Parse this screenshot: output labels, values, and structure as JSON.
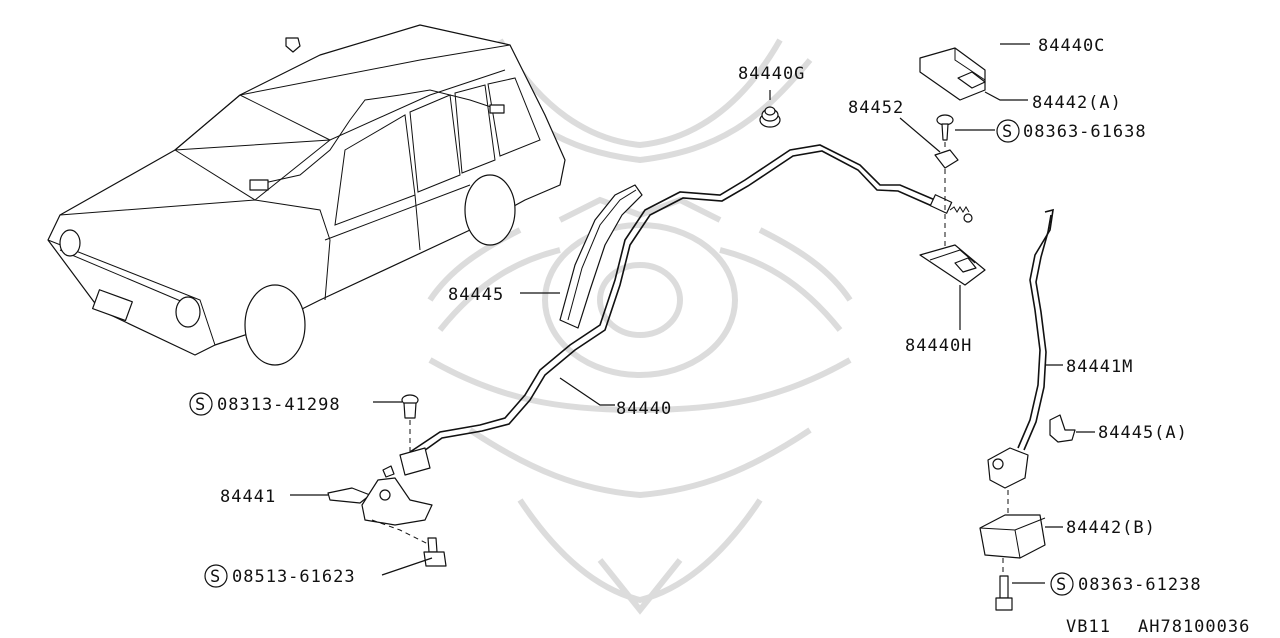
{
  "diagram": {
    "labels": {
      "p84440C": "84440C",
      "p84442A": "84442(A)",
      "p84440G": "84440G",
      "p84452": "84452",
      "s08363_61638": "08363-61638",
      "p84445": "84445",
      "p84440H": "84440H",
      "p84441M": "84441M",
      "s08313_41298": "08313-41298",
      "p84440": "84440",
      "p84445A": "84445(A)",
      "p84441": "84441",
      "p84442B": "84442(B)",
      "s08513_61623": "08513-61623",
      "s08363_61238": "08363-61238"
    },
    "standard_part_symbol": "S",
    "footer": {
      "model": "VB11",
      "diagram_code": "AH78100036"
    }
  }
}
